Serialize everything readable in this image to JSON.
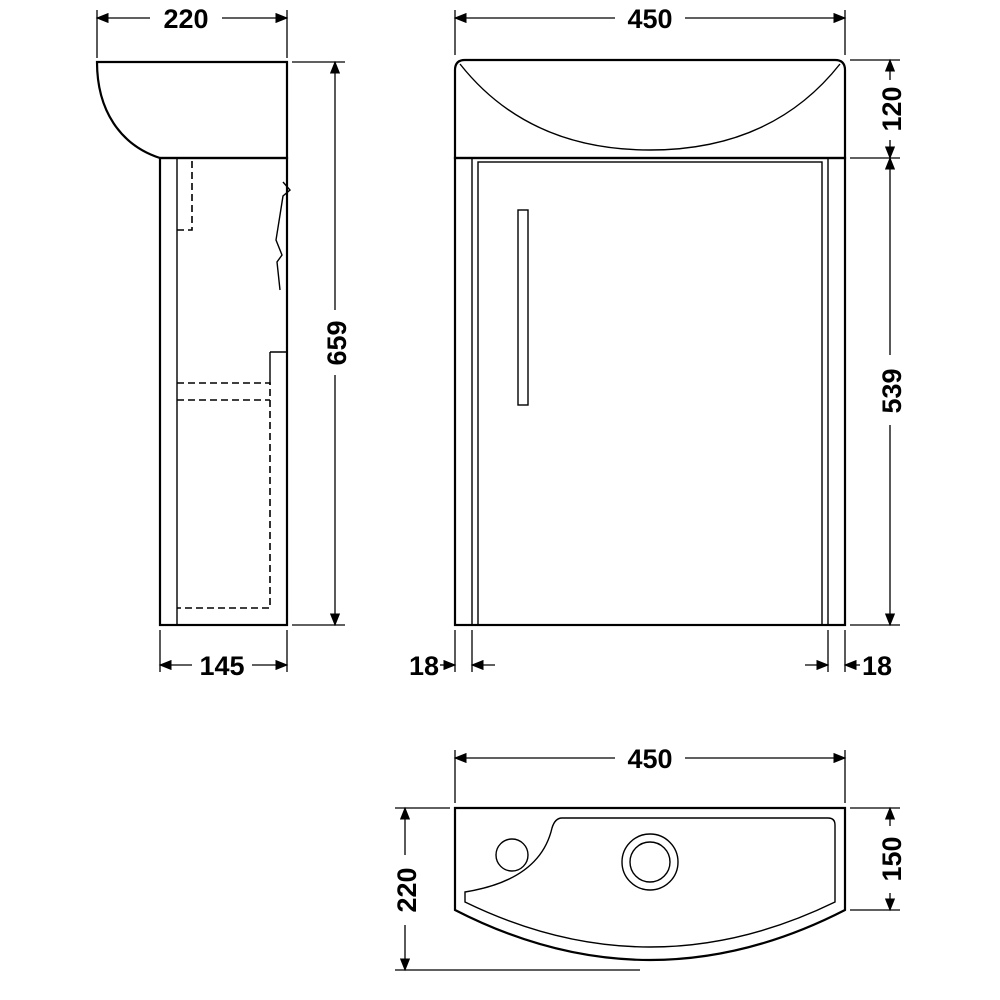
{
  "side_view": {
    "width_top": "220",
    "height_total": "659",
    "depth_cabinet": "145"
  },
  "front_view": {
    "width": "450",
    "basin_height": "120",
    "cabinet_height": "539",
    "side_left": "18",
    "side_right": "18"
  },
  "plan_view": {
    "width": "450",
    "depth_total": "220",
    "depth_flat": "150"
  },
  "colors": {
    "line": "#000000",
    "background": "#ffffff"
  }
}
